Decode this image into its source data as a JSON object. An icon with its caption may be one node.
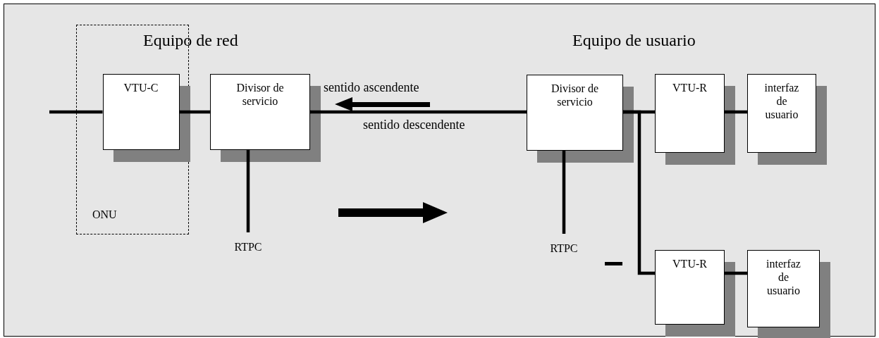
{
  "diagram": {
    "nodes": [
      {
        "text": [
          "ONU"
        ]
      },
      {
        "text": [
          "VTU-C"
        ],
        "in": 0
      },
      {
        "text": [
          "Divisor de servicio"
        ]
      },
      {
        "text": [
          "Divisor de servicio"
        ]
      },
      {
        "text": [
          "VTU-R"
        ]
      },
      {
        "text": [
          "interfaz de usuario"
        ]
      },
      {
        "text": [
          "VTU-R"
        ]
      },
      {
        "text": [
          "interfaz de usuario"
        ]
      },
      {
        "text": [
          "RTPC"
        ]
      },
      {
        "text": [
          "RTPC"
        ]
      }
    ],
    "edges": [
      {
        "from": null,
        "to": 1,
        "arrow": "none"
      },
      {
        "from": 1,
        "to": 2,
        "arrow": "none"
      },
      {
        "from": 2,
        "to": 3,
        "arrow": "none"
      },
      {
        "from": 3,
        "to": 4,
        "arrow": "none"
      },
      {
        "from": 4,
        "to": 5,
        "arrow": "none"
      },
      {
        "from": 3,
        "to": 6,
        "arrow": "none"
      },
      {
        "from": 6,
        "to": 7,
        "arrow": "none"
      },
      {
        "from": 2,
        "to": 8,
        "arrow": "none"
      },
      {
        "from": 3,
        "to": 9,
        "arrow": "none"
      }
    ],
    "labels": [
      "Equipo de red",
      "Equipo de usuario",
      "sentido ascendente",
      "sentido descendente"
    ]
  }
}
